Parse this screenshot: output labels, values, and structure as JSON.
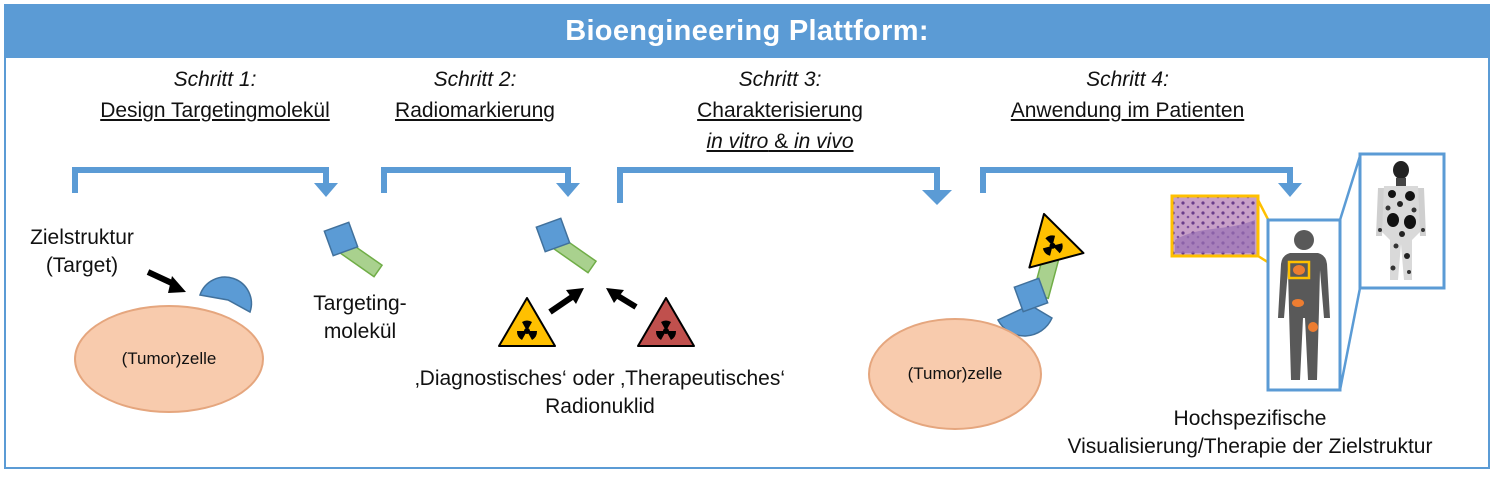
{
  "header": {
    "title": "Bioengineering Plattform:"
  },
  "steps": [
    {
      "num": "Schritt 1:",
      "name": "Design Targetingmolekül"
    },
    {
      "num": "Schritt 2:",
      "name": "Radiomarkierung"
    },
    {
      "num": "Schritt 3:",
      "name": "Charakterisierung",
      "sub_a": "in vitro",
      "sub_amp": " & ",
      "sub_b": "in vivo"
    },
    {
      "num": "Schritt 4:",
      "name": "Anwendung im Patienten"
    }
  ],
  "labels": {
    "target_line1": "Zielstruktur",
    "target_line2": "(Target)",
    "cell1": "(Tumor)zelle",
    "molecule_line1": "Targeting-",
    "molecule_line2": "molekül",
    "radionuclide_line1": "‚Diagnostisches‘ oder ‚Therapeutisches‘",
    "radionuclide_line2": "Radionuklid",
    "cell2": "(Tumor)zelle",
    "result_line1": "Hochspezifische",
    "result_line2": "Visualisierung/Therapie der Zielstruktur"
  },
  "colors": {
    "accent_blue": "#5b9bd5",
    "cell_fill": "#f8cbad",
    "molecule_green": "#a9d18e",
    "hazard_yellow": "#ffc000",
    "hazard_red": "#c0504d",
    "body_gray": "#595959",
    "tumor_orange": "#ed7d31",
    "highlight_yellow": "#ffc000"
  },
  "icons": [
    "radiation-icon-diagnostic",
    "radiation-icon-therapeutic",
    "radiation-icon-labeled",
    "human-silhouette-icon",
    "histology-image-icon",
    "pet-scan-icon"
  ]
}
